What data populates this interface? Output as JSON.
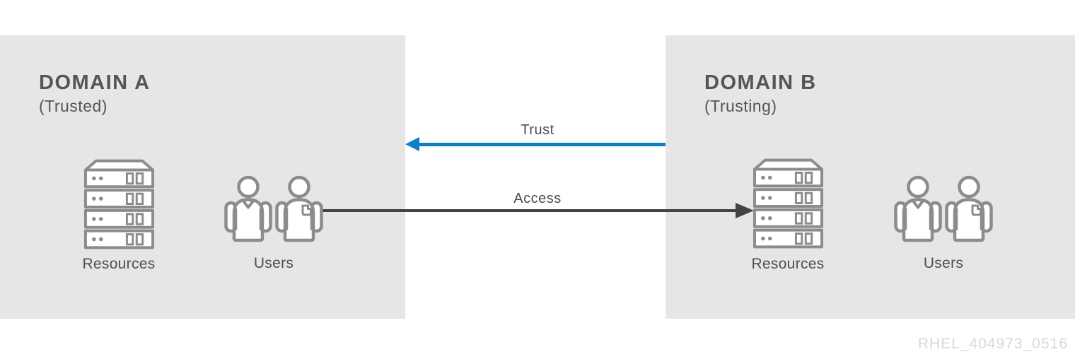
{
  "diagram": {
    "watermark": "RHEL_404973_0516"
  },
  "domain_a": {
    "title": "DOMAIN A",
    "subtitle": "(Trusted)",
    "resources_label": "Resources",
    "users_label": "Users"
  },
  "domain_b": {
    "title": "DOMAIN B",
    "subtitle": "(Trusting)",
    "resources_label": "Resources",
    "users_label": "Users"
  },
  "arrows": {
    "trust": {
      "label": "Trust",
      "direction": "right-to-left",
      "color": "#0e80c6"
    },
    "access": {
      "label": "Access",
      "direction": "left-to-right",
      "color": "#434343"
    }
  },
  "colors": {
    "domain_box_bg": "#e6e6e6",
    "icon_stroke": "#8c8c8c",
    "heading_text": "#555555",
    "label_text": "#4f4f4f",
    "watermark_text": "#d8d8d8"
  }
}
